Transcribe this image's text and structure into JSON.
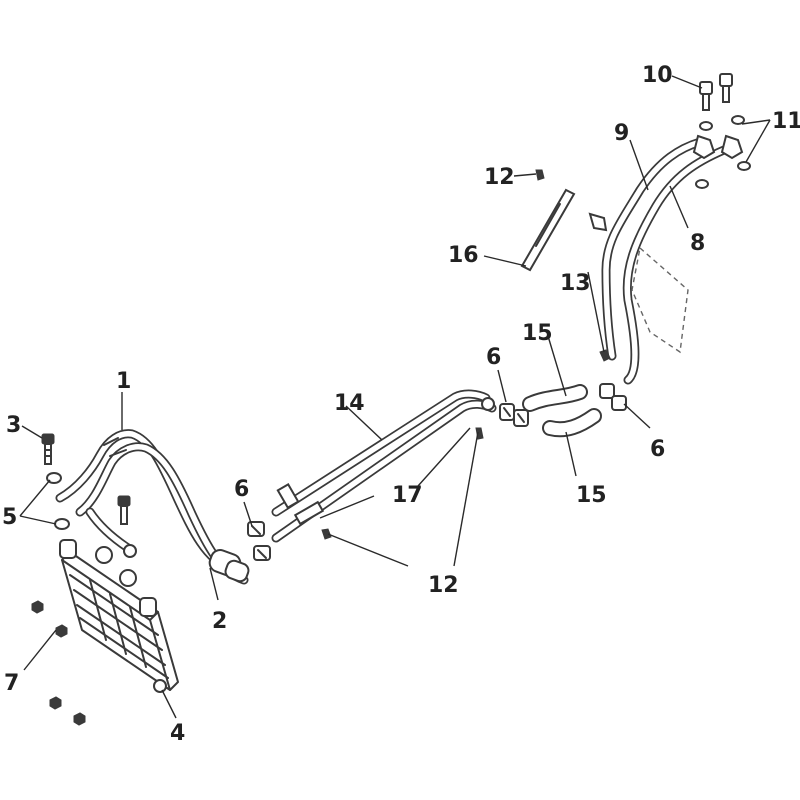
{
  "callouts": {
    "c1": "1",
    "c2": "2",
    "c3": "3",
    "c4": "4",
    "c5": "5",
    "c6a": "6",
    "c6b": "6",
    "c6c": "6",
    "c7": "7",
    "c8": "8",
    "c9": "9",
    "c10": "10",
    "c11": "11",
    "c12a": "12",
    "c12b": "12",
    "c13": "13",
    "c14": "14",
    "c15a": "15",
    "c15b": "15",
    "c16": "16",
    "c17": "17"
  }
}
